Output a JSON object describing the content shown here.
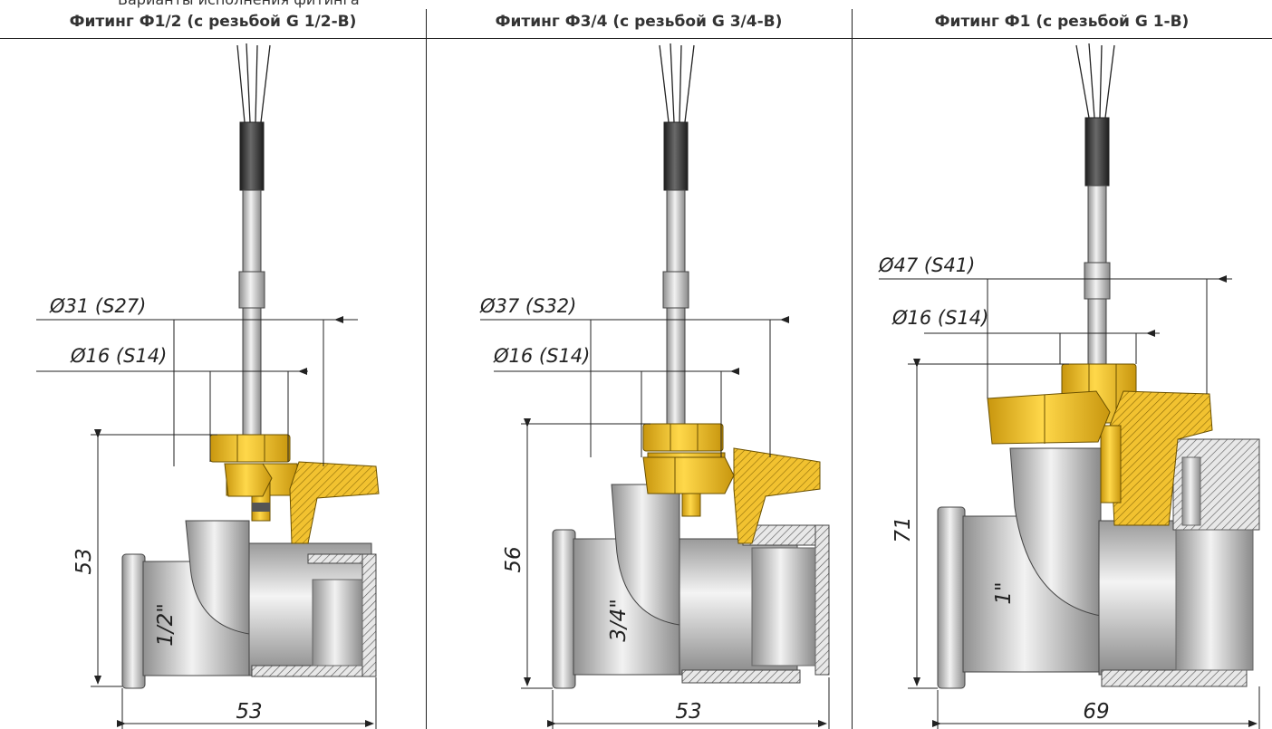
{
  "header_fragment": "Варианты исполнения фитинга",
  "panels": [
    {
      "title": "Фитинг Ф1/2 (с резьбой G 1/2-B)",
      "outer_dim": "Ø31 (S27)",
      "inner_dim": "Ø16 (S14)",
      "height_dim": "53",
      "width_dim": "53",
      "thread_label": "1/2\""
    },
    {
      "title": "Фитинг Ф3/4 (с резьбой G 3/4-B)",
      "outer_dim": "Ø37 (S32)",
      "inner_dim": "Ø16 (S14)",
      "height_dim": "56",
      "width_dim": "53",
      "thread_label": "3/4\""
    },
    {
      "title": "Фитинг Ф1 (с резьбой G 1-B)",
      "outer_dim": "Ø47 (S41)",
      "inner_dim": "Ø16 (S14)",
      "height_dim": "71",
      "width_dim": "69",
      "thread_label": "1\""
    }
  ],
  "colors": {
    "brass": "#f2c230",
    "brass_dark": "#c8960e",
    "steel": "#b9b9b9",
    "steel_dark": "#7d7d7d",
    "cable": "#3a3a3a",
    "line": "#222222"
  }
}
